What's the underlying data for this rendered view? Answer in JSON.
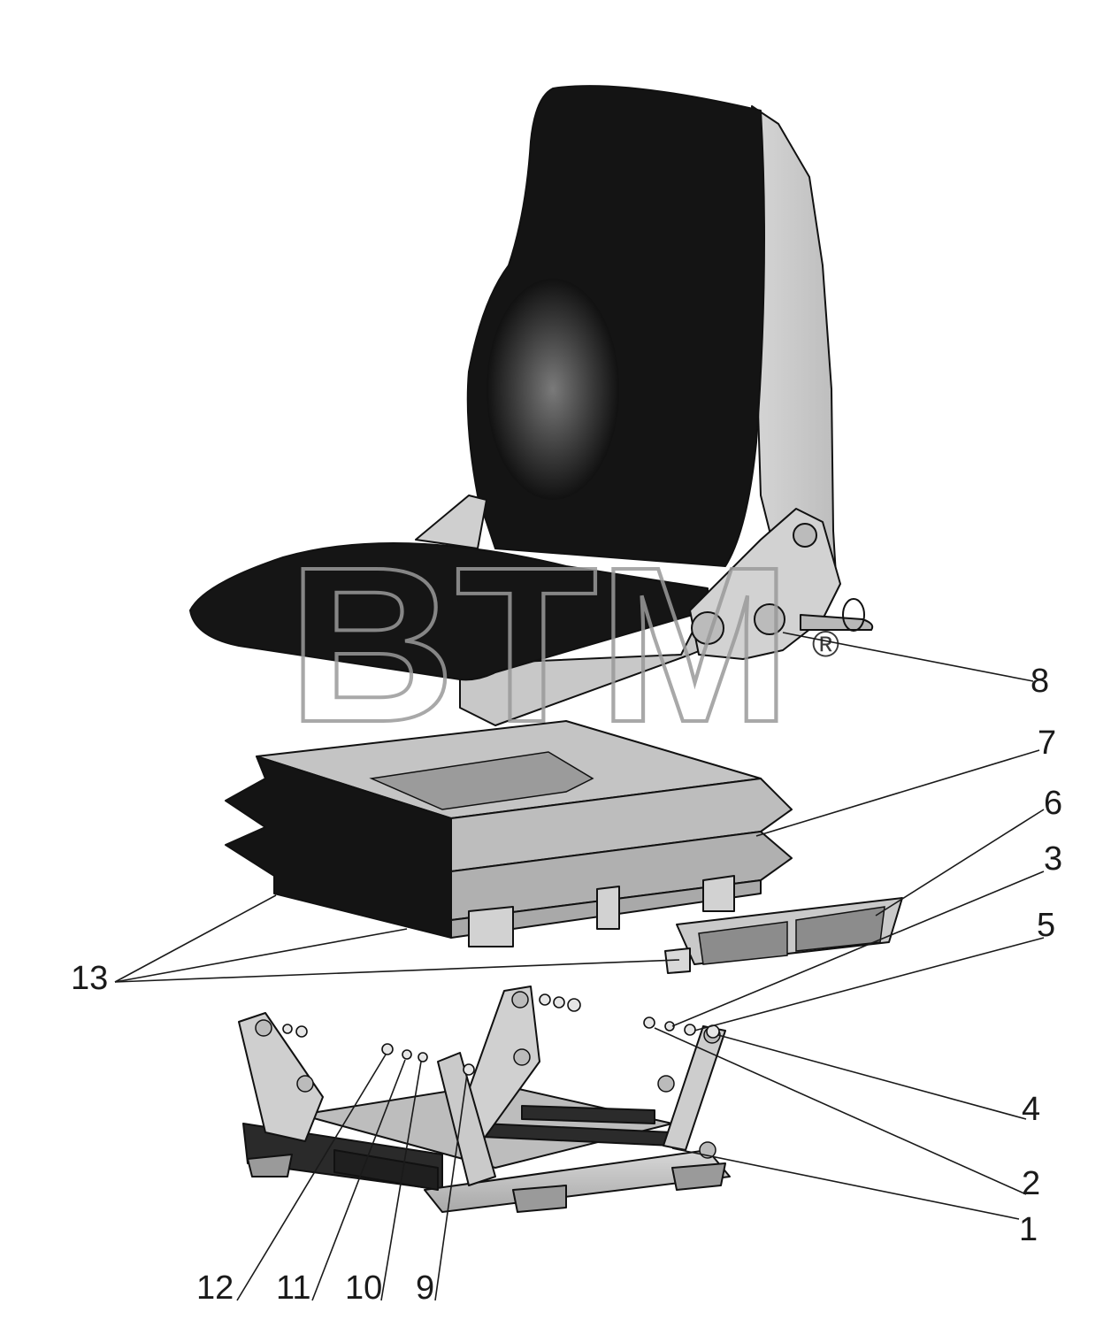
{
  "watermark": {
    "text": "BTM",
    "registered_mark": "®"
  },
  "callouts": [
    {
      "id": "8",
      "label": "8"
    },
    {
      "id": "7",
      "label": "7"
    },
    {
      "id": "6",
      "label": "6"
    },
    {
      "id": "3",
      "label": "3"
    },
    {
      "id": "5",
      "label": "5"
    },
    {
      "id": "13",
      "label": "13"
    },
    {
      "id": "4",
      "label": "4"
    },
    {
      "id": "2",
      "label": "2"
    },
    {
      "id": "1",
      "label": "1"
    },
    {
      "id": "12",
      "label": "12"
    },
    {
      "id": "11",
      "label": "11"
    },
    {
      "id": "10",
      "label": "10"
    },
    {
      "id": "9",
      "label": "9"
    }
  ]
}
